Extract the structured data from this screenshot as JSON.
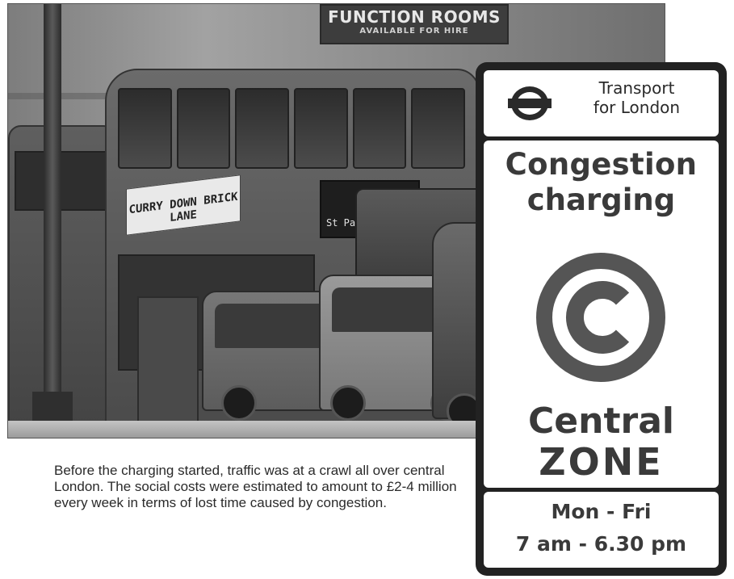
{
  "photo": {
    "building_sign_title": "FUNCTION ROOMS",
    "building_sign_subtitle": "AVAILABLE FOR HIRE",
    "bus_banner": "CURRY DOWN BRICK LANE",
    "bus_destination": "St Paul's"
  },
  "sign": {
    "operator_line1": "Transport",
    "operator_line2": "for London",
    "title_line1": "Congestion",
    "title_line2": "charging",
    "zone_line1": "Central",
    "zone_line2": "ZONE",
    "days": "Mon - Fri",
    "hours": "7 am - 6.30 pm",
    "logo_icon": "congestion-charge-c-icon",
    "roundel_icon": "tfl-roundel-icon",
    "colors": {
      "border": "#222222",
      "text": "#3a3a3a",
      "logo": "#555555"
    }
  },
  "caption": {
    "text": "Before the charging started, traffic was at a crawl all over central London. The social costs were estimated to amount to £2-4 million every week in terms of lost time caused by congestion."
  }
}
